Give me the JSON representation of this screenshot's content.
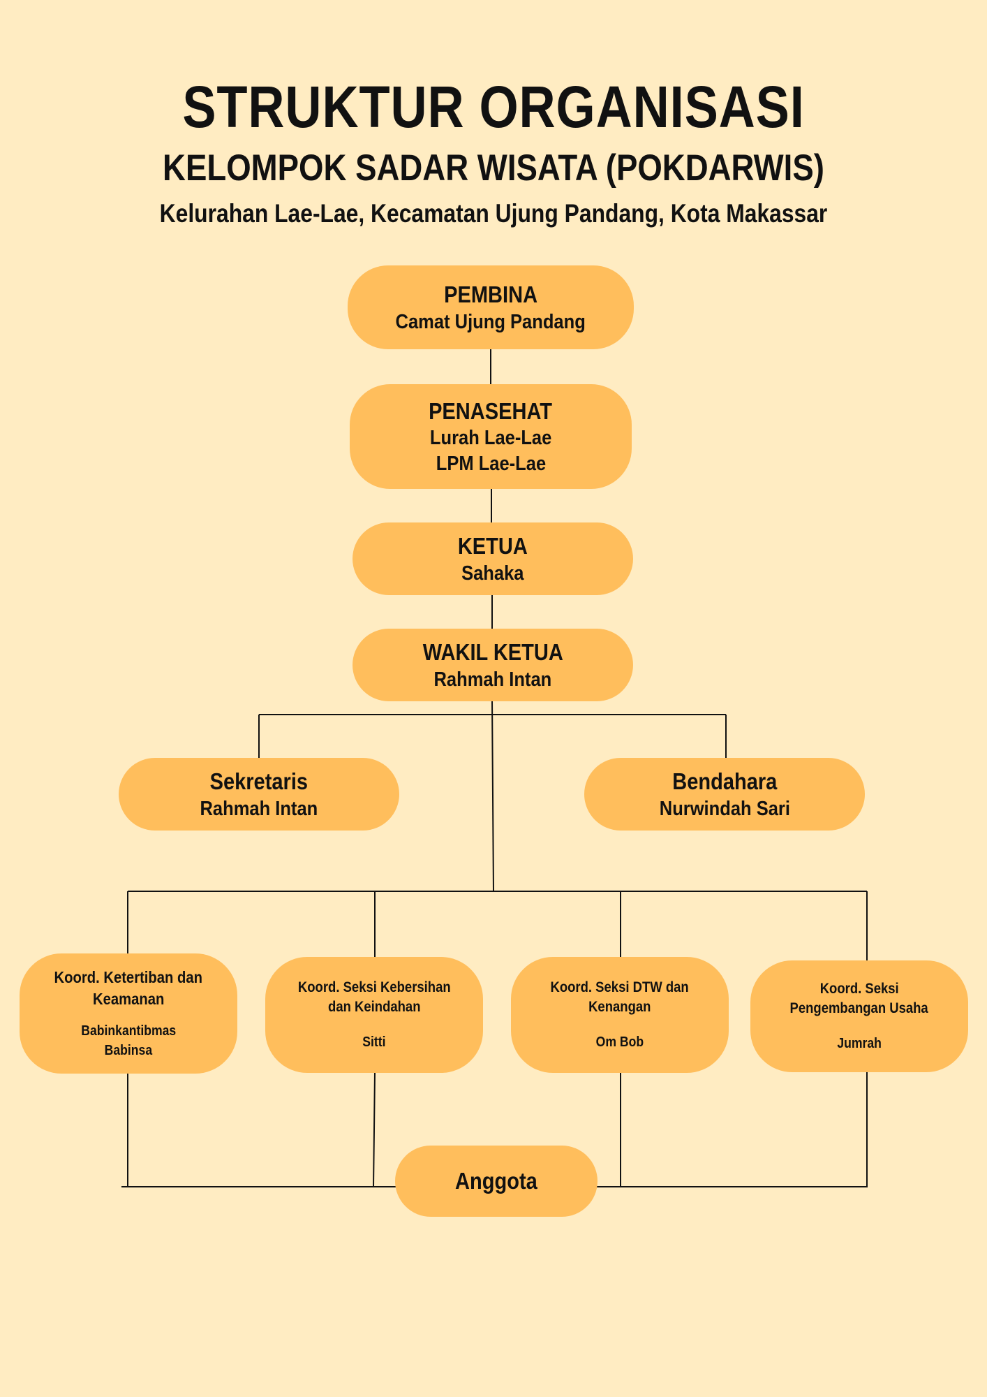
{
  "header": {
    "title": "STRUKTUR ORGANISASI",
    "subtitle": "KELOMPOK SADAR WISATA (POKDARWIS)",
    "location": "Kelurahan Lae-Lae, Kecamatan Ujung Pandang, Kota Makassar"
  },
  "nodes": {
    "pembina": {
      "role": "PEMBINA",
      "names": [
        "Camat Ujung Pandang"
      ]
    },
    "penasehat": {
      "role": "PENASEHAT",
      "names": [
        "Lurah Lae-Lae",
        "LPM Lae-Lae"
      ]
    },
    "ketua": {
      "role": "KETUA",
      "names": [
        "Sahaka"
      ]
    },
    "wakil_ketua": {
      "role": "WAKIL KETUA",
      "names": [
        "Rahmah Intan"
      ]
    },
    "sekretaris": {
      "role": "Sekretaris",
      "names": [
        "Rahmah Intan"
      ]
    },
    "bendahara": {
      "role": "Bendahara",
      "names": [
        "Nurwindah Sari"
      ]
    },
    "koord_ketertiban": {
      "role": [
        "Koord. Ketertiban dan",
        "Keamanan"
      ],
      "names": [
        "Babinkantibmas",
        "Babinsa"
      ]
    },
    "koord_kebersihan": {
      "role": [
        "Koord. Seksi Kebersihan",
        "dan Keindahan"
      ],
      "names": [
        "Sitti"
      ]
    },
    "koord_dtw": {
      "role": [
        "Koord. Seksi DTW dan",
        "Kenangan"
      ],
      "names": [
        "Om Bob"
      ]
    },
    "koord_usaha": {
      "role": [
        "Koord. Seksi",
        "Pengembangan Usaha"
      ],
      "names": [
        "Jumrah"
      ]
    },
    "anggota": {
      "role": "Anggota"
    }
  },
  "colors": {
    "background": "#FFECC2",
    "box": "#FFBE5C",
    "line": "#111111"
  }
}
